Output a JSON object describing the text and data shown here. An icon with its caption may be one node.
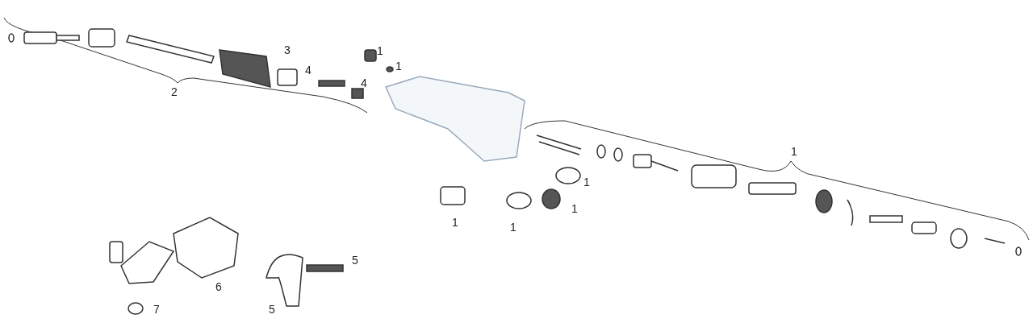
{
  "diagram": {
    "labels": [
      "1",
      "3",
      "1",
      "4",
      "4",
      "2",
      "1",
      "1",
      "1",
      "1",
      "1",
      "5",
      "6",
      "7",
      "5"
    ]
  }
}
